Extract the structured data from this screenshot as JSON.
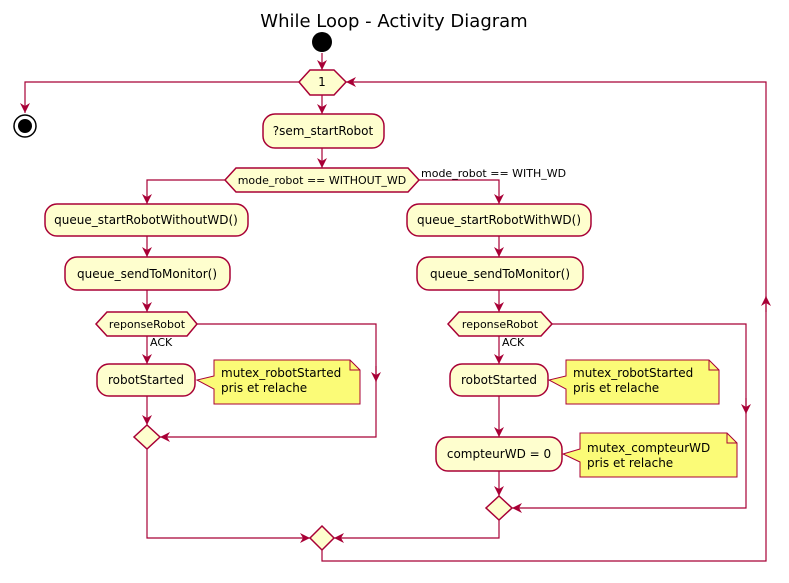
{
  "title": "While Loop - Activity Diagram",
  "colors": {
    "line": "#A80036",
    "activity_fill": "#FEFECE",
    "note_fill": "#FBFB77",
    "start_fill": "#000000"
  },
  "loop_condition": "1",
  "activities": {
    "sem_start": "?sem_startRobot",
    "left_start": "queue_startRobotWithoutWD()",
    "left_send": "queue_sendToMonitor()",
    "left_robot_started": "robotStarted",
    "right_start": "queue_startRobotWithWD()",
    "right_send": "queue_sendToMonitor()",
    "right_robot_started": "robotStarted",
    "compteur": "compteurWD = 0"
  },
  "decisions": {
    "mode": "mode_robot == WITHOUT_WD",
    "mode_else": "mode_robot == WITH_WD",
    "left_reponse": "reponseRobot",
    "left_ack": "ACK",
    "right_reponse": "reponseRobot",
    "right_ack": "ACK"
  },
  "notes": {
    "left": [
      "mutex_robotStarted",
      "pris et relache"
    ],
    "right1": [
      "mutex_robotStarted",
      "pris et relache"
    ],
    "right2": [
      "mutex_compteurWD",
      "pris et relache"
    ]
  }
}
